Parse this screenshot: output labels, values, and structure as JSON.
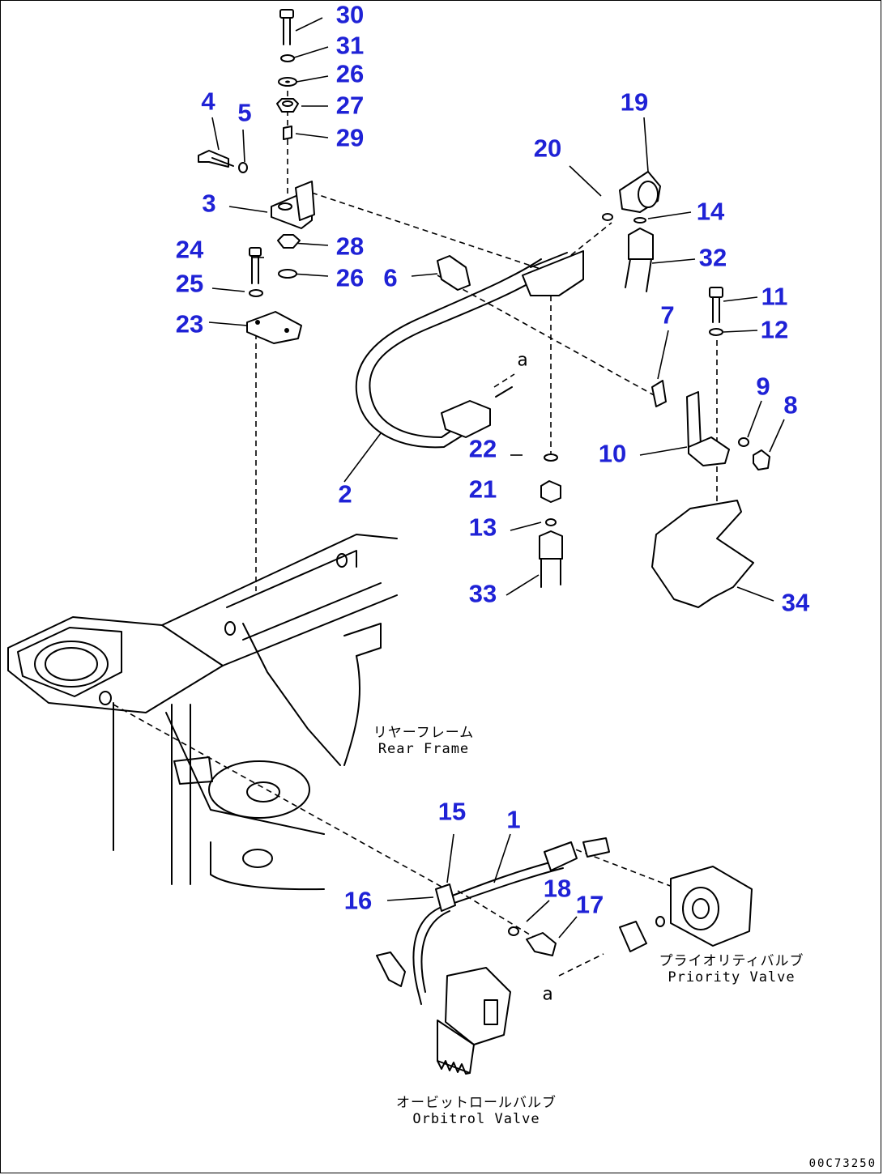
{
  "callouts": {
    "c1": "1",
    "c2": "2",
    "c3": "3",
    "c4": "4",
    "c5": "5",
    "c6": "6",
    "c7": "7",
    "c8": "8",
    "c9": "9",
    "c10": "10",
    "c11": "11",
    "c12": "12",
    "c13": "13",
    "c14": "14",
    "c15": "15",
    "c16": "16",
    "c17": "17",
    "c18": "18",
    "c19": "19",
    "c20": "20",
    "c21": "21",
    "c22": "22",
    "c23": "23",
    "c24": "24",
    "c25": "25",
    "c26a": "26",
    "c26b": "26",
    "c27": "27",
    "c28": "28",
    "c29": "29",
    "c30": "30",
    "c31": "31",
    "c32": "32",
    "c33": "33",
    "c34": "34"
  },
  "connection_marks": {
    "upper": "a",
    "lower": "a"
  },
  "captions": {
    "rear_frame_jp": "リヤーフレーム",
    "rear_frame_en": "Rear Frame",
    "priority_valve_jp": "プライオリティバルブ",
    "priority_valve_en": "Priority Valve",
    "orbitrol_valve_jp": "オービットロールバルブ",
    "orbitrol_valve_en": "Orbitrol Valve"
  },
  "drawing_code": "00C73250",
  "colors": {
    "callout": "#1f22d6",
    "line": "#000000",
    "background": "#ffffff"
  }
}
